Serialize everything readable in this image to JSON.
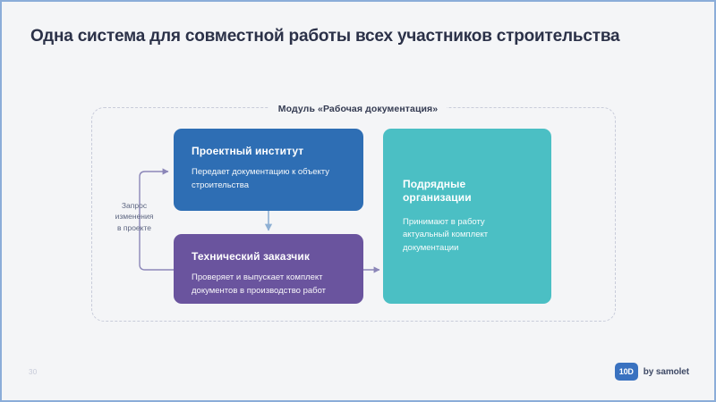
{
  "slide": {
    "title": "Одна система для совместной работы всех участников строительства",
    "page_number": "30",
    "background_color": "#f4f5f7",
    "border_color": "#8badd9",
    "title_color": "#2b3148"
  },
  "module": {
    "label": "Модуль «Рабочая документация»",
    "border_style": "dashed",
    "border_color": "#c8ccda"
  },
  "cards": [
    {
      "id": "institute",
      "title": "Проектный институт",
      "description": "Передает документацию к объекту строительства",
      "color": "#2e6eb4"
    },
    {
      "id": "customer",
      "title": "Технический заказчик",
      "description": "Проверяет и выпускает комплект документов в производство работ",
      "color": "#6a549e"
    },
    {
      "id": "contractor",
      "title": "Подрядные организации",
      "description": "Принимают в работу актуальный комплект документации",
      "color": "#4bbfc4"
    }
  ],
  "connectors": {
    "feedback_label_line1": "Запрос",
    "feedback_label_line2": "изменения",
    "feedback_label_line3": "в проекте",
    "feedback_color": "#8b86b8",
    "down_arrow_color": "#8fb0d4",
    "right_arrow_color": "#8b86b8"
  },
  "footer": {
    "logo_mark": "10D",
    "logo_text": "by samolet",
    "logo_color": "#3a72c0"
  }
}
